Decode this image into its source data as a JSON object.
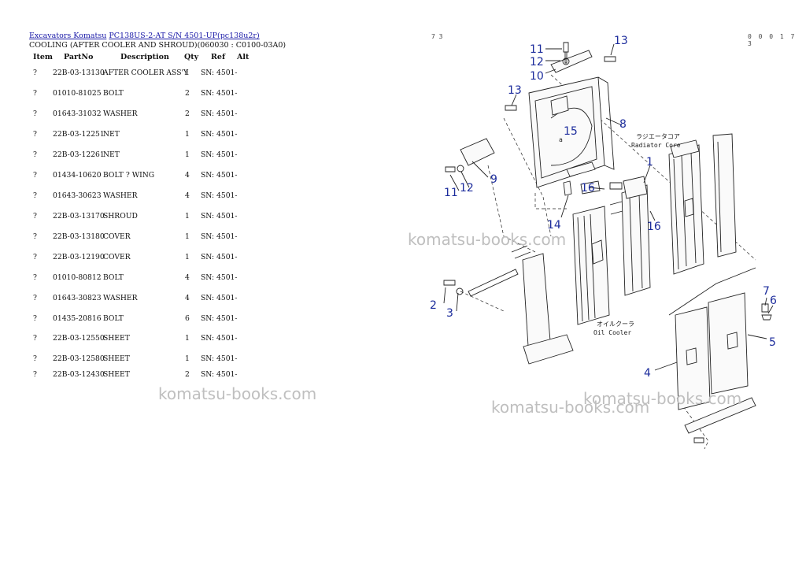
{
  "breadcrumb": {
    "link1": "Excavators Komatsu",
    "link2": "PC138US-2-AT S/N 4501-UP(pc138u2r)"
  },
  "page_title": "COOLING (AFTER COOLER AND SHROUD)(060030 : C0100-03A0)",
  "headers": {
    "item": "Item",
    "partno": "PartNo",
    "description": "Description",
    "qty": "Qty",
    "ref": "Ref",
    "alt": "Alt"
  },
  "rows": [
    {
      "item": "?",
      "partno": "22B-03-13130",
      "description": "AFTER COOLER ASS'Y",
      "qty": "1",
      "ref": "SN: 4501-"
    },
    {
      "item": "?",
      "partno": "01010-81025",
      "description": "BOLT",
      "qty": "2",
      "ref": "SN: 4501-"
    },
    {
      "item": "?",
      "partno": "01643-31032",
      "description": "WASHER",
      "qty": "2",
      "ref": "SN: 4501-"
    },
    {
      "item": "?",
      "partno": "22B-03-12251",
      "description": "NET",
      "qty": "1",
      "ref": "SN: 4501-"
    },
    {
      "item": "?",
      "partno": "22B-03-12261",
      "description": "NET",
      "qty": "1",
      "ref": "SN: 4501-"
    },
    {
      "item": "?",
      "partno": "01434-10620",
      "description": "BOLT ? WING",
      "qty": "4",
      "ref": "SN: 4501-"
    },
    {
      "item": "?",
      "partno": "01643-30623",
      "description": "WASHER",
      "qty": "4",
      "ref": "SN: 4501-"
    },
    {
      "item": "?",
      "partno": "22B-03-13170",
      "description": "SHROUD",
      "qty": "1",
      "ref": "SN: 4501-"
    },
    {
      "item": "?",
      "partno": "22B-03-13180",
      "description": "COVER",
      "qty": "1",
      "ref": "SN: 4501-"
    },
    {
      "item": "?",
      "partno": "22B-03-12190",
      "description": "COVER",
      "qty": "1",
      "ref": "SN: 4501-"
    },
    {
      "item": "?",
      "partno": "01010-80812",
      "description": "BOLT",
      "qty": "4",
      "ref": "SN: 4501-"
    },
    {
      "item": "?",
      "partno": "01643-30823",
      "description": "WASHER",
      "qty": "4",
      "ref": "SN: 4501-"
    },
    {
      "item": "?",
      "partno": "01435-20816",
      "description": "BOLT",
      "qty": "6",
      "ref": "SN: 4501-"
    },
    {
      "item": "?",
      "partno": "22B-03-12550",
      "description": "SHEET",
      "qty": "1",
      "ref": "SN: 4501-"
    },
    {
      "item": "?",
      "partno": "22B-03-12580",
      "description": "SHEET",
      "qty": "1",
      "ref": "SN: 4501-"
    },
    {
      "item": "?",
      "partno": "22B-03-12430",
      "description": "SHEET",
      "qty": "2",
      "ref": "SN: 4501-"
    }
  ],
  "watermark": "komatsu-books.com",
  "diagram": {
    "page_left": "7 3",
    "page_right": "0 0 0 1 7 3",
    "label_radiator_jp": "ラジエータコア",
    "label_radiator_en": "Radiator Core",
    "label_oil_jp": "オイルクーラ",
    "label_oil_en": "Oil Cooler",
    "letter_a": "a",
    "callouts": [
      "11",
      "12",
      "10",
      "13",
      "13",
      "15",
      "8",
      "9",
      "11",
      "12",
      "1",
      "16",
      "16",
      "14",
      "2",
      "3",
      "7",
      "6",
      "5",
      "4"
    ]
  }
}
